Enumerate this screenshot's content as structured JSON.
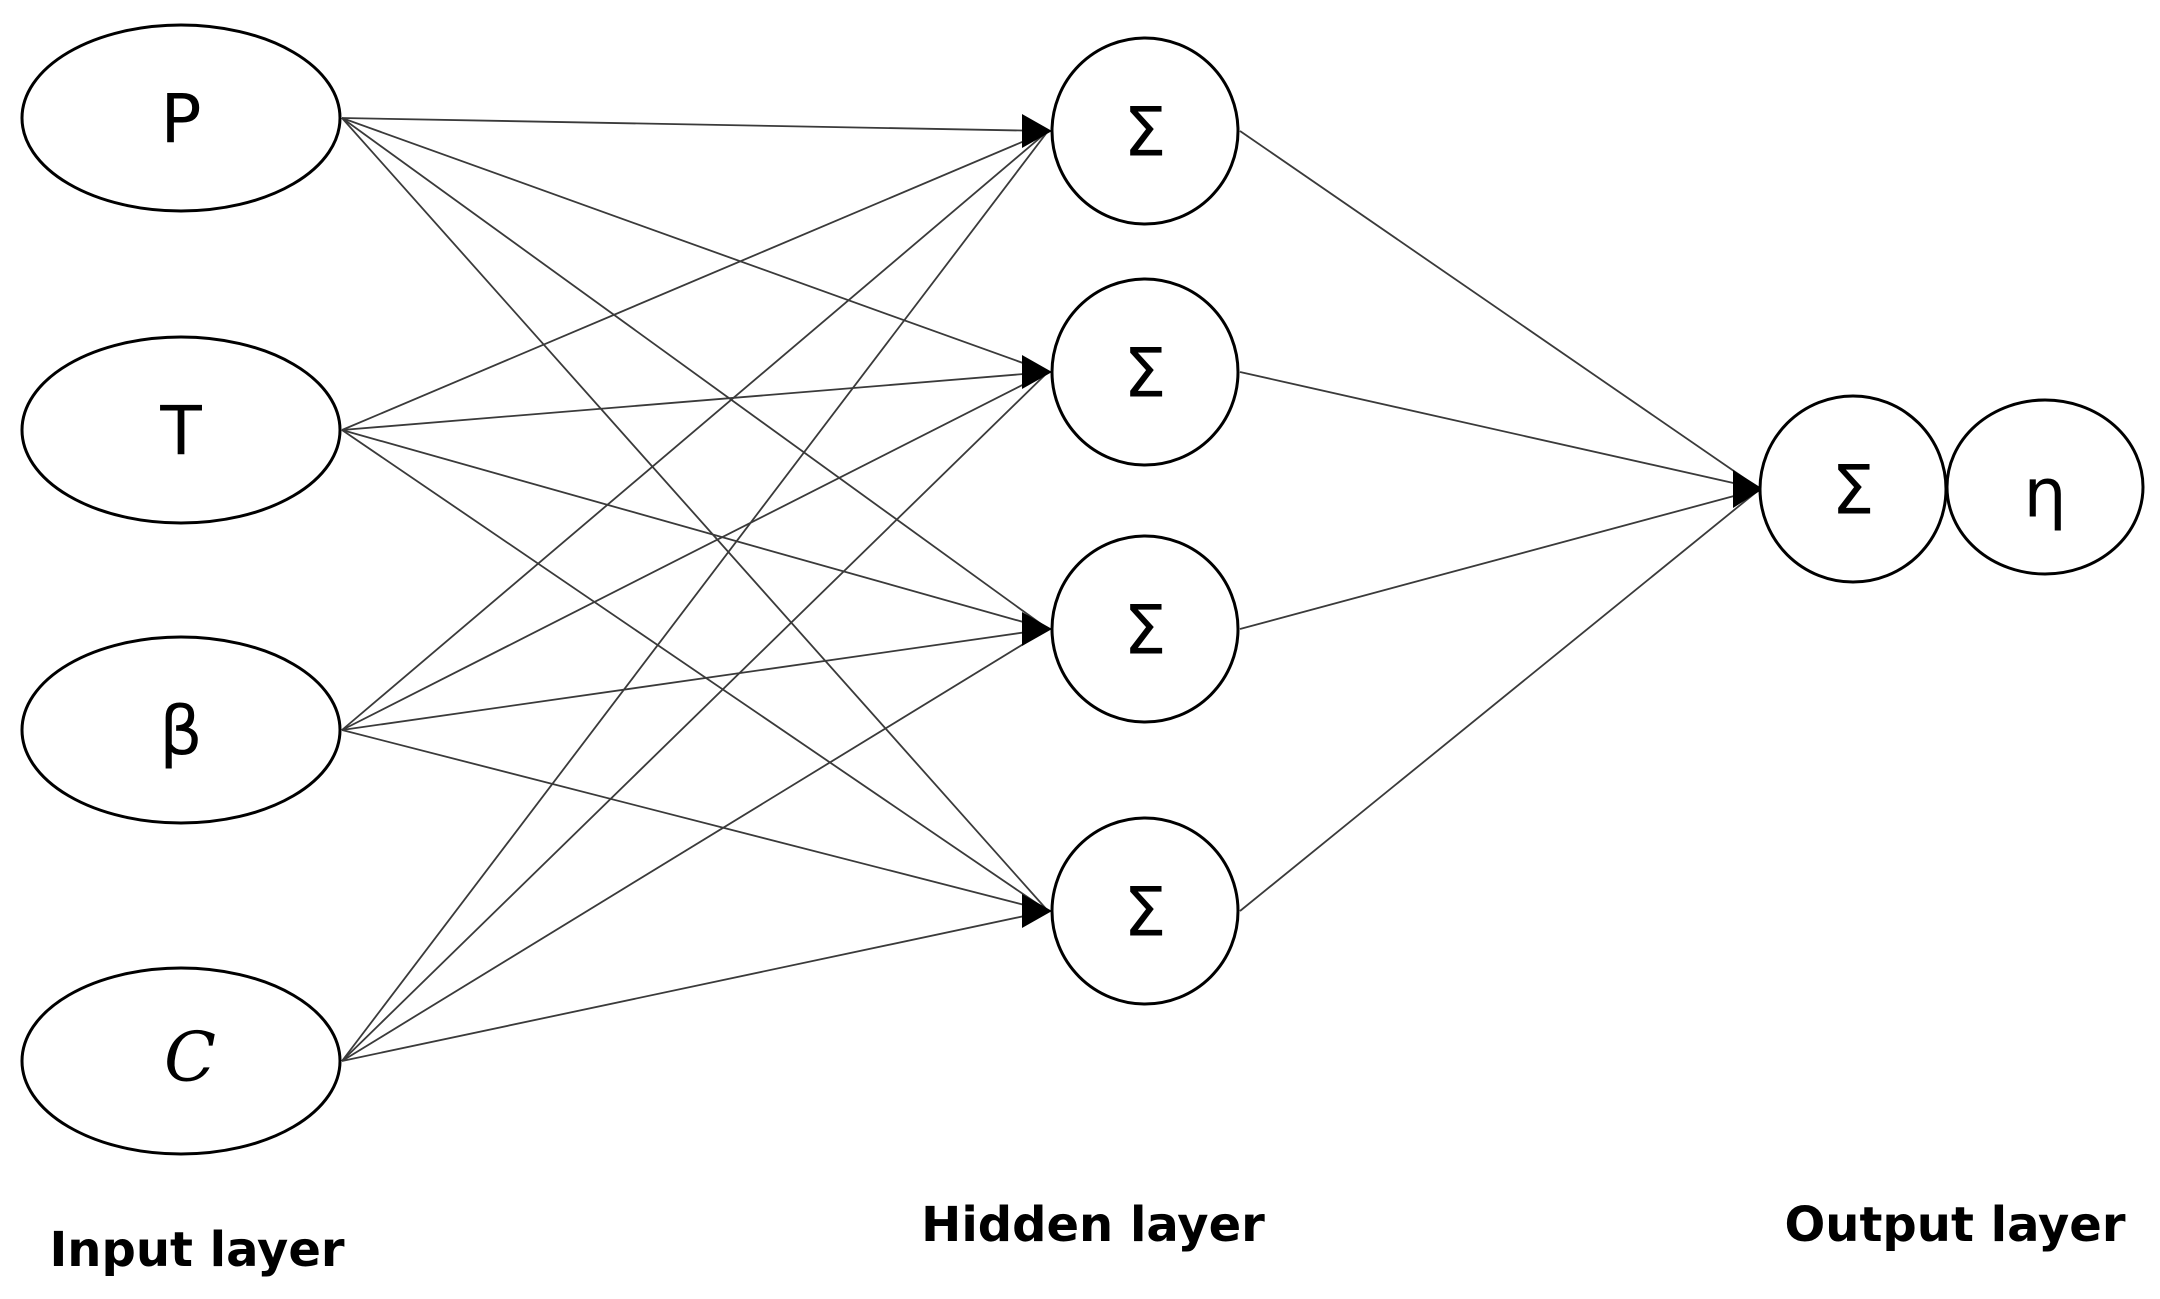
{
  "diagram": {
    "input_nodes": [
      {
        "id": "in-p",
        "label": "P"
      },
      {
        "id": "in-t",
        "label": "T"
      },
      {
        "id": "in-beta",
        "label": "β"
      },
      {
        "id": "in-c",
        "label": "C"
      }
    ],
    "hidden_nodes": [
      {
        "id": "h1",
        "label": "Σ"
      },
      {
        "id": "h2",
        "label": "Σ"
      },
      {
        "id": "h3",
        "label": "Σ"
      },
      {
        "id": "h4",
        "label": "Σ"
      }
    ],
    "output_nodes": [
      {
        "id": "out-sum",
        "label": "Σ"
      },
      {
        "id": "out-eta",
        "label": "η"
      }
    ],
    "layer_labels": {
      "input": "Input layer",
      "hidden": "Hidden layer",
      "output": "Output layer"
    },
    "connections": "fully-connected input→hidden, hidden→output"
  }
}
